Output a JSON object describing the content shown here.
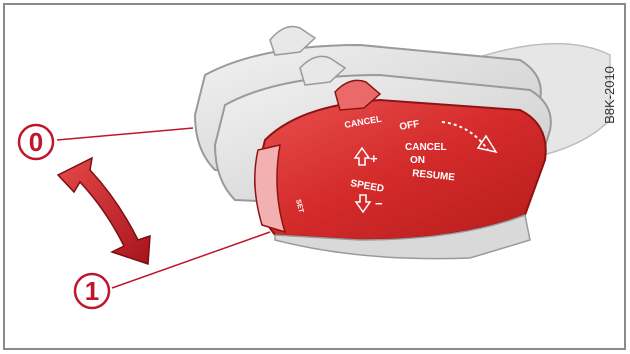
{
  "callouts": [
    {
      "label": "0"
    },
    {
      "label": "1"
    }
  ],
  "figure_code": "B8K-2010",
  "lever_labels": {
    "cancel": "CANCEL",
    "off": "OFF",
    "cancel_on": "CANCEL",
    "on": "ON",
    "resume": "RESUME",
    "speed": "SPEED",
    "plus": "+",
    "minus": "−",
    "set": "SET"
  },
  "colors": {
    "accent": "#c0152a",
    "lever_red": "#d42a2a",
    "ghost_gray": "#d7d7d7"
  }
}
